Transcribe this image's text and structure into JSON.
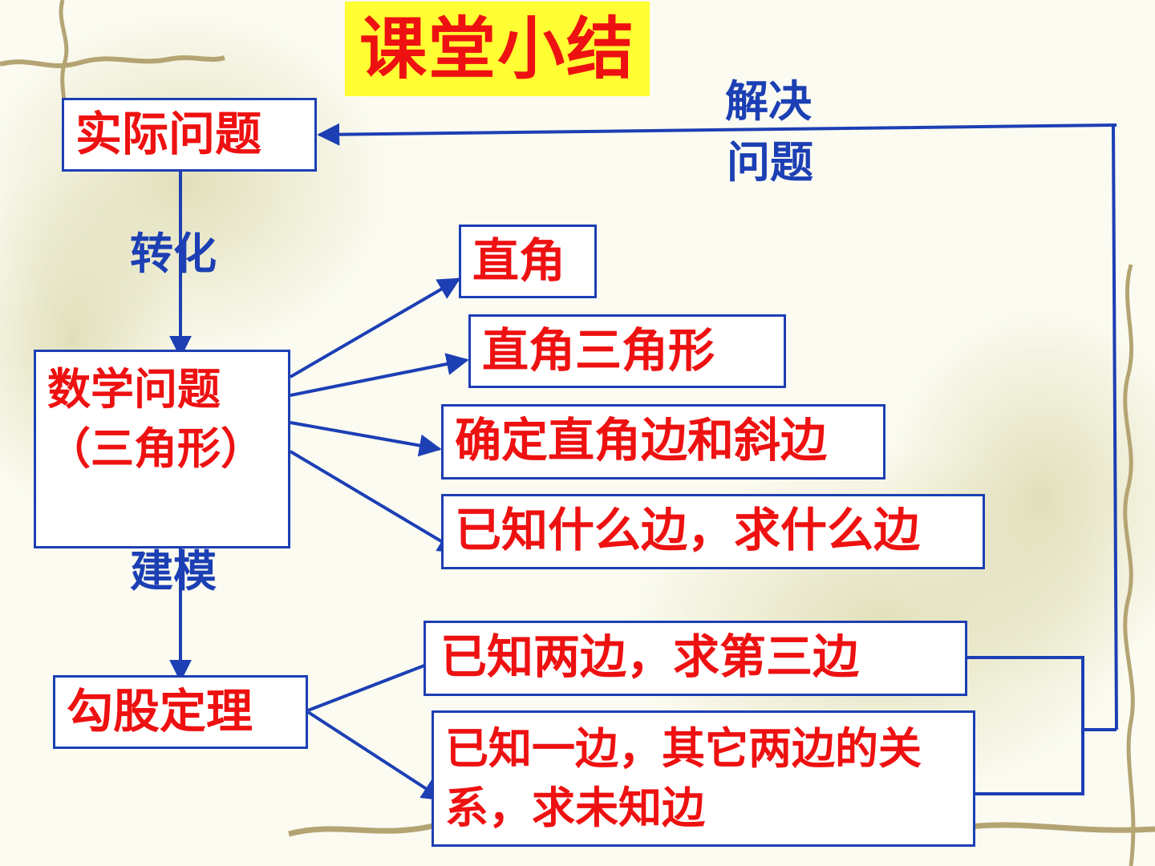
{
  "title": "课堂小结",
  "boxes": {
    "practical": "实际问题",
    "math": "数学问题（三角形）",
    "theorem": "勾股定理",
    "right_angle": "直角",
    "right_triangle": "直角三角形",
    "legs_hypotenuse": "确定直角边和斜边",
    "known_sides": "已知什么边，求什么边",
    "two_sides": "已知两边，求第三边",
    "one_side": "已知一边，其它两边的关系，求未知边"
  },
  "labels": {
    "transform": "转化",
    "modeling": "建模",
    "solve_line1": "解决",
    "solve_line2": "问题"
  },
  "colors": {
    "box_text": "#ee1111",
    "line": "#1c3fb4",
    "title_bg": "#ffff33"
  }
}
